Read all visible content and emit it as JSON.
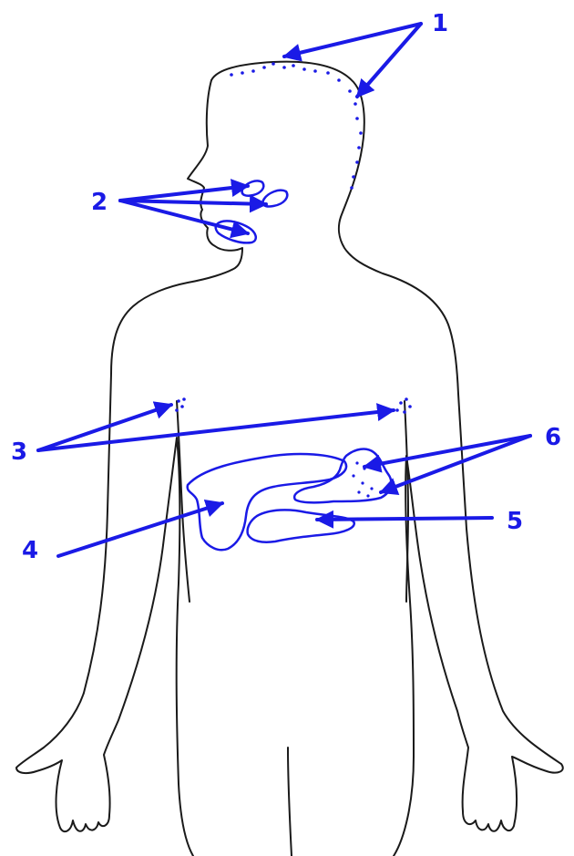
{
  "colors": {
    "outline": "#1a1a1a",
    "annotation": "#1a1ae6"
  },
  "labels": {
    "l1": "1",
    "l2": "2",
    "l3": "3",
    "l4": "4",
    "l5": "5",
    "l6": "6"
  }
}
